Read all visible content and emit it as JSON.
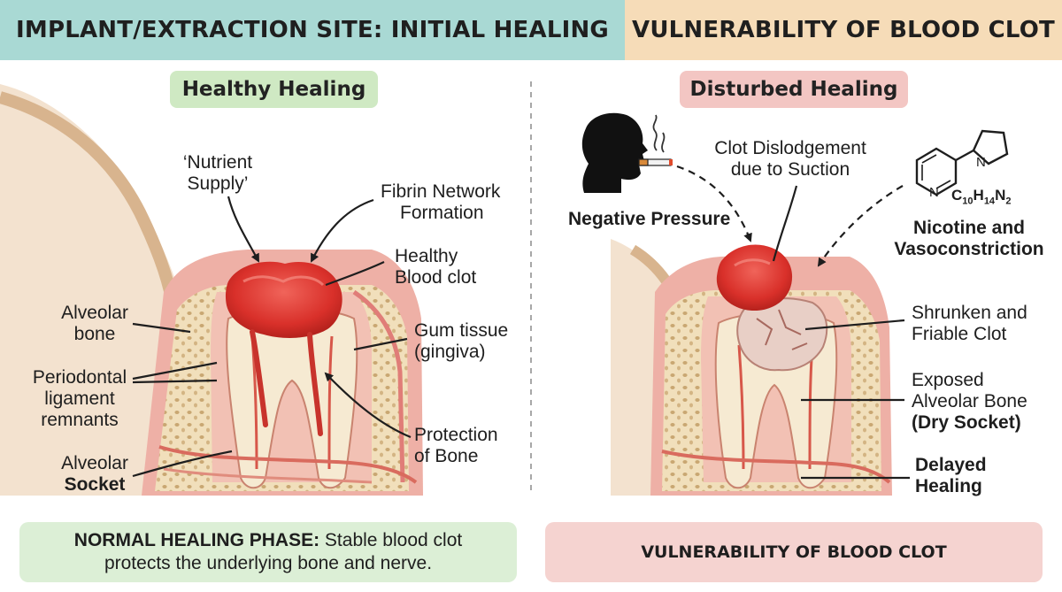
{
  "colors": {
    "left_header_bg": "#a9d9d4",
    "right_header_bg": "#f6dcb8",
    "healthy_pill_bg": "#cfe9c3",
    "disturbed_pill_bg": "#f3c6c3",
    "left_footer_bg": "#dcefd6",
    "right_footer_bg": "#f5d3d0",
    "clot": "#d8322b",
    "gum": "#e99a9a",
    "bone": "#f2e2bf"
  },
  "header": {
    "left_title": "IMPLANT/EXTRACTION SITE: INITIAL HEALING",
    "right_title": "VULNERABILITY OF BLOOD CLOT"
  },
  "left": {
    "pill": "Healthy Healing",
    "labels": {
      "nutrient_1": "‘Nutrient",
      "nutrient_2": "Supply’",
      "fibrin_1": "Fibrin Network",
      "fibrin_2": "Formation",
      "healthy_clot_1": "Healthy",
      "healthy_clot_2": "Blood clot",
      "alveolar_bone_1": "Alveolar",
      "alveolar_bone_2": "bone",
      "gum_1": "Gum tissue",
      "gum_2": "(gingiva)",
      "periodontal_1": "Periodontal",
      "periodontal_2": "ligament",
      "periodontal_3": "remnants",
      "protection_1": "Protection",
      "protection_2": "of Bone",
      "socket_1": "Alveolar",
      "socket_2": "Socket"
    },
    "footer": {
      "bold": "NORMAL HEALING PHASE:",
      "rest_1": " Stable blood clot",
      "line_2": "protects the underlying bone and nerve."
    }
  },
  "right": {
    "pill": "Disturbed Healing",
    "labels": {
      "negative_pressure": "Negative Pressure",
      "clot_dislodge_1": "Clot Dislodgement",
      "clot_dislodge_2": "due to Suction",
      "formula_c": "C",
      "formula_c_sub": "10",
      "formula_h": "H",
      "formula_h_sub": "14",
      "formula_n": "N",
      "formula_n_sub": "2",
      "nicotine_1": "Nicotine and",
      "nicotine_2": "Vasoconstriction",
      "shrunken_1": "Shrunken and",
      "shrunken_2": "Friable Clot",
      "exposed_1": "Exposed",
      "exposed_2": "Alveolar Bone",
      "exposed_3": "(Dry Socket)",
      "delayed_1": "Delayed",
      "delayed_2": "Healing",
      "ring_n1": "N",
      "ring_n2": "N"
    },
    "footer": "VULNERABILITY OF BLOOD CLOT"
  },
  "icons": [
    "smoker-head-icon",
    "cigarette-icon",
    "smoke-icon",
    "nicotine-molecule-icon"
  ]
}
